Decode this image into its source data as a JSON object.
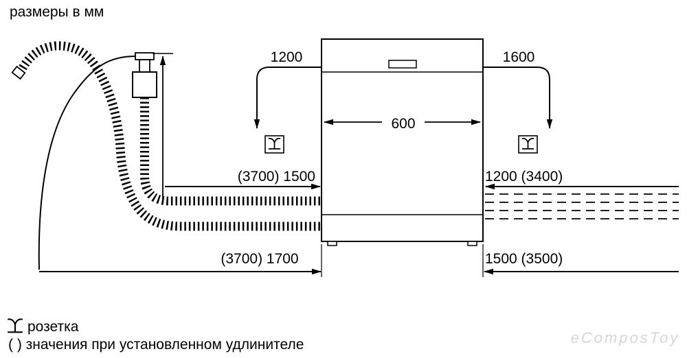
{
  "title": "размеры в мм",
  "dims": {
    "left_top": "1200",
    "right_top": "1600",
    "width": "600",
    "left_mid": "(3700) 1500",
    "right_mid": "1200 (3400)",
    "left_bottom": "(3700) 1700",
    "right_bottom": "1500 (3500)"
  },
  "legend": {
    "socket": "розетка",
    "note": "( ) значения при установленном удлинителе"
  },
  "icons": {
    "socket": "power-socket-symbol"
  },
  "watermark": "eComposToy",
  "colors": {
    "line": "#000000",
    "background": "#ffffff",
    "watermark": "#d6d6d6"
  }
}
